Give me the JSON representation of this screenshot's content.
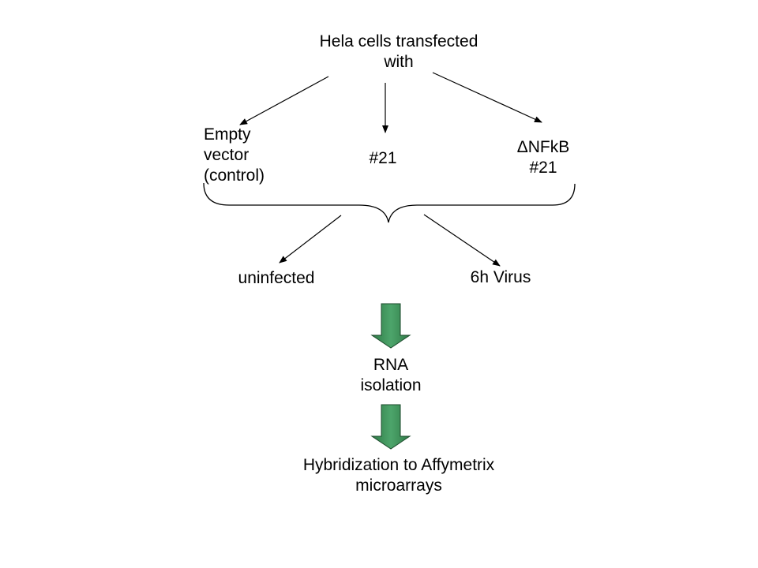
{
  "diagram": {
    "root": {
      "lines": [
        "Hela cells transfected",
        "with"
      ]
    },
    "transfection_groups": [
      {
        "lines": [
          "Empty",
          "vector",
          "(control)"
        ]
      },
      {
        "lines": [
          "#21"
        ]
      },
      {
        "lines": [
          "ΔNFkB",
          "#21"
        ]
      }
    ],
    "infection_groups": [
      {
        "lines": [
          "uninfected"
        ]
      },
      {
        "lines": [
          "6h Virus"
        ]
      }
    ],
    "step_rna": {
      "lines": [
        "RNA",
        "isolation"
      ]
    },
    "step_hybridization": {
      "lines": [
        "Hybridization to Affymetrix",
        "microarrays"
      ]
    },
    "colors": {
      "block_arrow_fill": "#3f8f5c",
      "block_arrow_stroke": "#1d4a2c",
      "line": "#000000",
      "text": "#000000"
    }
  }
}
